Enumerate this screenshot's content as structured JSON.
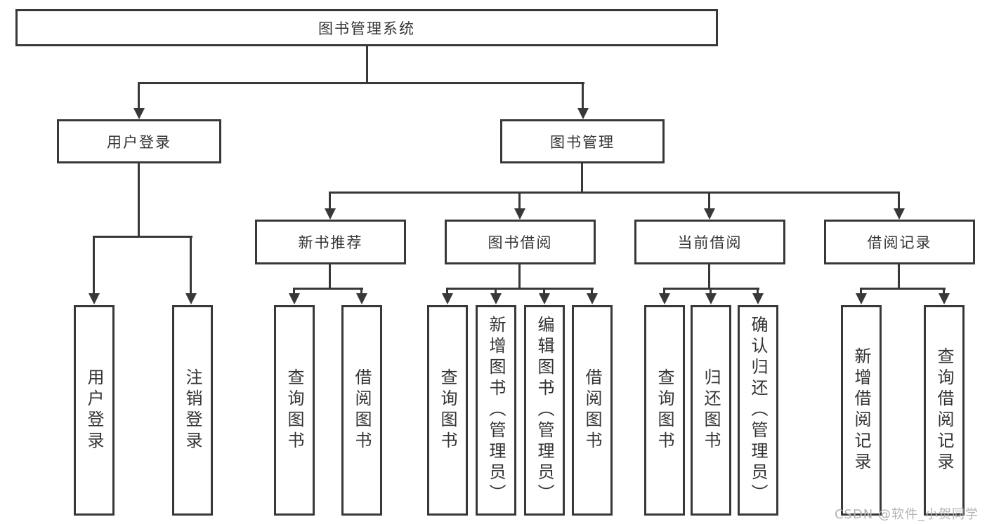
{
  "diagram": {
    "root": {
      "label": "图书管理系统"
    },
    "children": [
      {
        "label": "用户登录",
        "children": [
          {
            "label": "用户登录"
          },
          {
            "label": "注销登录"
          }
        ]
      },
      {
        "label": "图书管理",
        "children": [
          {
            "label": "新书推荐",
            "children": [
              {
                "label": "查询图书"
              },
              {
                "label": "借阅图书"
              }
            ]
          },
          {
            "label": "图书借阅",
            "children": [
              {
                "label": "查询图书"
              },
              {
                "label": "新增图书（管理员）"
              },
              {
                "label": "编辑图书（管理员）"
              },
              {
                "label": "借阅图书"
              }
            ]
          },
          {
            "label": "当前借阅",
            "children": [
              {
                "label": "查询图书"
              },
              {
                "label": "归还图书"
              },
              {
                "label": "确认归还（管理员）"
              }
            ]
          },
          {
            "label": "借阅记录",
            "children": [
              {
                "label": "新增借阅记录"
              },
              {
                "label": "查询借阅记录"
              }
            ]
          }
        ]
      }
    ]
  },
  "watermark": {
    "text": "CSDN @软件_小贺同学"
  },
  "colors": {
    "line": "#383838",
    "text": "#333333",
    "box_fill": "#ffffff",
    "watermark": "#b3b3b3",
    "background": "#ffffff"
  }
}
